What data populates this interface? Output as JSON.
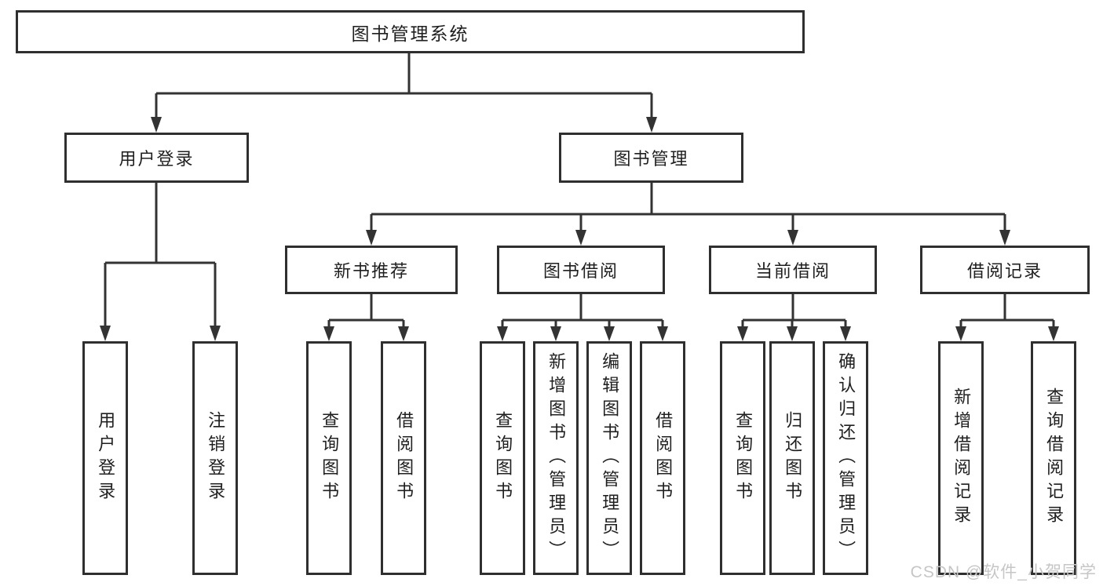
{
  "tree": {
    "root": "图书管理系统",
    "user_login": {
      "label": "用户登录",
      "children": [
        "用户登录",
        "注销登录"
      ]
    },
    "book_mgmt": {
      "label": "图书管理",
      "sections": [
        {
          "label": "新书推荐",
          "children": [
            "查询图书",
            "借阅图书"
          ]
        },
        {
          "label": "图书借阅",
          "children": [
            "查询图书",
            "新增图书（管理员）",
            "编辑图书（管理员）",
            "借阅图书"
          ]
        },
        {
          "label": "当前借阅",
          "children": [
            "查询图书",
            "归还图书",
            "确认归还（管理员）"
          ]
        },
        {
          "label": "借阅记录",
          "children": [
            "新增借阅记录",
            "查询借阅记录"
          ]
        }
      ]
    }
  },
  "watermark": "CSDN @软件_小贺同学",
  "colors": {
    "line": "#333333",
    "border": "#2f2f2f",
    "text": "#1f1f1f",
    "watermark": "#c6c6c6"
  }
}
